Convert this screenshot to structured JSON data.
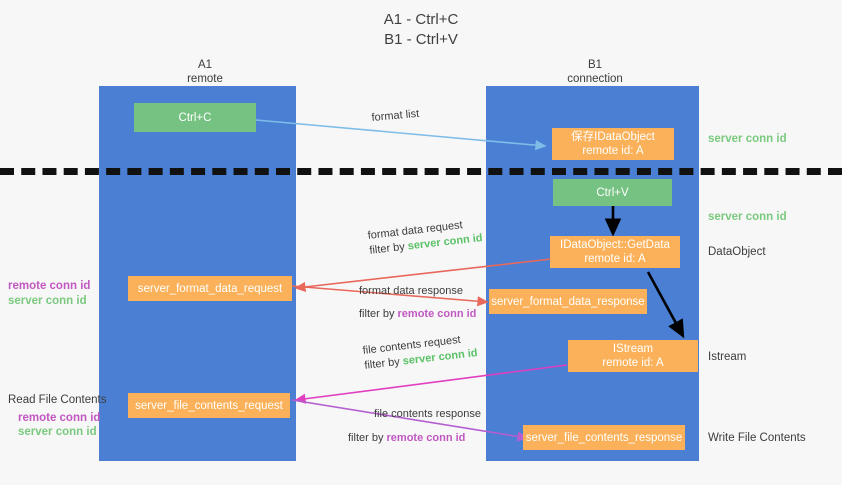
{
  "title": {
    "line1": "A1 - Ctrl+C",
    "line2": "B1 - Ctrl+V"
  },
  "lanes": [
    {
      "id": "a1",
      "name": "A1",
      "sub": "remote"
    },
    {
      "id": "b1",
      "name": "B1",
      "sub": "connection"
    }
  ],
  "boxes": {
    "ctrl_c": {
      "line1": "Ctrl+C",
      "line2": "",
      "color": "#76c282"
    },
    "save_dataobject": {
      "line1": "保存IDataObject",
      "line2": "remote id: A",
      "color": "#fbb159"
    },
    "ctrl_v": {
      "line1": "Ctrl+V",
      "line2": "",
      "color": "#76c282"
    },
    "getdata": {
      "line1": "IDataObject::GetData",
      "line2": "remote id: A",
      "color": "#fbb159"
    },
    "istream": {
      "line1": "IStream",
      "line2": "remote id: A",
      "color": "#fbb159"
    },
    "server_format_data_request": {
      "line1": "server_format_data_request",
      "line2": "",
      "color": "#fbb159"
    },
    "server_format_data_response": {
      "line1": "server_format_data_response",
      "line2": "",
      "color": "#fbb159"
    },
    "server_file_contents_request": {
      "line1": "server_file_contents_request",
      "line2": "",
      "color": "#fbb159"
    },
    "server_file_contents_response": {
      "line1": "server_file_contents_response",
      "line2": "",
      "color": "#fbb159"
    }
  },
  "right_labels": {
    "server_conn_id_top": "server conn id",
    "server_conn_id_mid": "server conn id",
    "dataobject": "DataObject",
    "istream": "Istream",
    "write_file_contents": "Write File Contents"
  },
  "left_labels": {
    "remote_conn_id_mid": "remote conn id",
    "server_conn_id_mid": "server conn id",
    "read_file_contents": "Read File Contents",
    "remote_conn_id_bottom": "remote conn id",
    "server_conn_id_bottom": "server conn id"
  },
  "edges": {
    "format_list": {
      "label": "format list"
    },
    "format_data_request": {
      "label": "format data request",
      "filter_prefix": "filter by",
      "filter_value": "server conn id"
    },
    "format_data_response": {
      "label": "format data response",
      "filter_prefix": "filter by",
      "filter_value": "remote conn id"
    },
    "file_contents_request": {
      "label": "file contents request",
      "filter_prefix": "filter by",
      "filter_value": "server conn id"
    },
    "file_contents_response": {
      "label": "file contents response",
      "filter_prefix": "filter by",
      "filter_value": "remote conn id"
    }
  },
  "colors": {
    "lane": "#4a7fd4",
    "green_box": "#76c282",
    "orange_box": "#fbb159",
    "server_conn_id": "#7ac97f",
    "remote_conn_id": "#c158c1",
    "arrow_blue": "#7fbde8",
    "arrow_red": "#e8685c",
    "arrow_magenta": "#e03fc0",
    "arrow_purple": "#b45ed0",
    "arrow_black": "#000000",
    "background": "#f7f7f7"
  }
}
